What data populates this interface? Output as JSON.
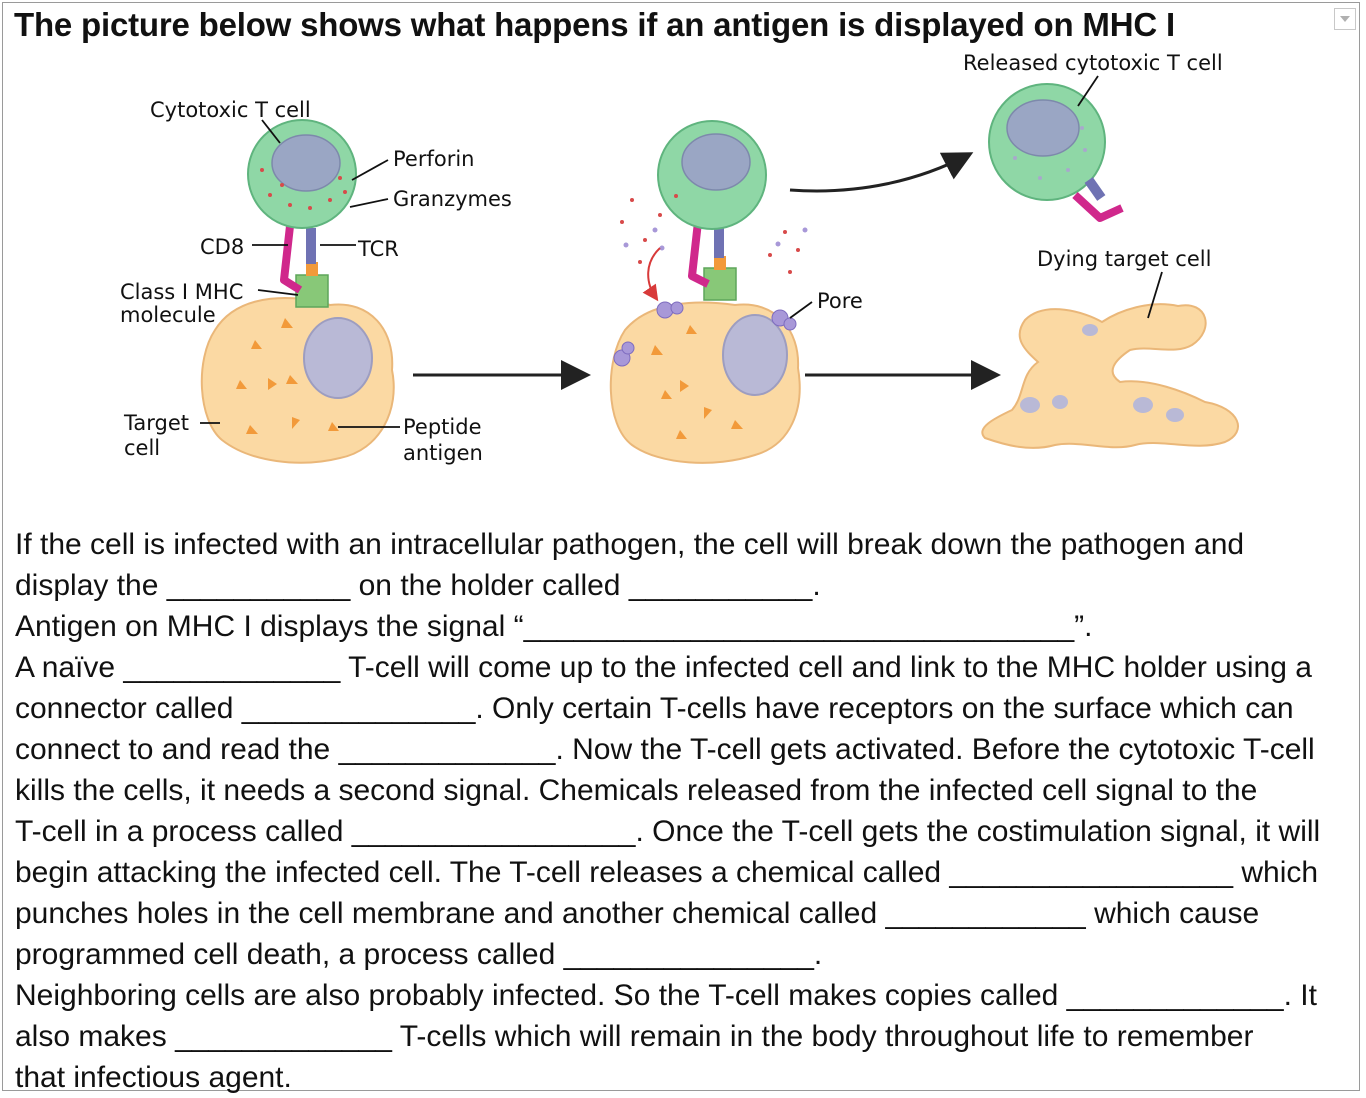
{
  "title": "The picture below shows what happens if an antigen is displayed on MHC I",
  "diagram": {
    "labels": {
      "cytotoxic_t_cell": "Cytotoxic T cell",
      "perforin": "Perforin",
      "granzymes": "Granzymes",
      "cd8": "CD8",
      "tcr": "TCR",
      "class1_mhc_line1": "Class I MHC",
      "class1_mhc_line2": "molecule",
      "target_line1": "Target",
      "target_line2": "cell",
      "peptide_line1": "Peptide",
      "peptide_line2": "antigen",
      "pore": "Pore",
      "released": "Released cytotoxic T cell",
      "dying": "Dying target cell"
    },
    "colors": {
      "t_cell": "#8fd7a6",
      "t_nucleus": "#9aa6c4",
      "target_cell": "#fbd9a3",
      "target_nucleus": "#b9b9d6",
      "cd8_magenta": "#d0288c",
      "tcr_blue": "#6f72b3",
      "mhc_green": "#88c878",
      "antigen_orange": "#f29a3a",
      "granule_red": "#d84a4a"
    }
  },
  "paragraph": {
    "lines": [
      "If the cell is infected with an intracellular pathogen, the cell will break down the pathogen and",
      "display the ___________ on the holder called ___________.",
      "Antigen on MHC I displays the signal “_________________________________”.",
      "A naïve _____________ T-cell will come up to the infected cell and link to the MHC holder using a",
      "connector called ______________. Only certain T-cells have receptors on the surface which can",
      "connect to and read the _____________. Now the T-cell gets activated. Before the cytotoxic T-cell",
      "kills the cells, it needs a second signal. Chemicals released from the infected cell signal to the",
      "T-cell in a process called _________________. Once the T-cell gets the costimulation signal, it will",
      "begin attacking the infected cell. The T-cell releases a chemical called _________________ which",
      "punches holes in the cell membrane and another chemical called ____________ which cause",
      "programmed cell death, a process called _______________.",
      "Neighboring cells are also probably infected. So the T-cell makes copies called _____________. It",
      "also makes _____________ T-cells which will remain in the body throughout life to remember",
      "that infectious agent."
    ]
  }
}
